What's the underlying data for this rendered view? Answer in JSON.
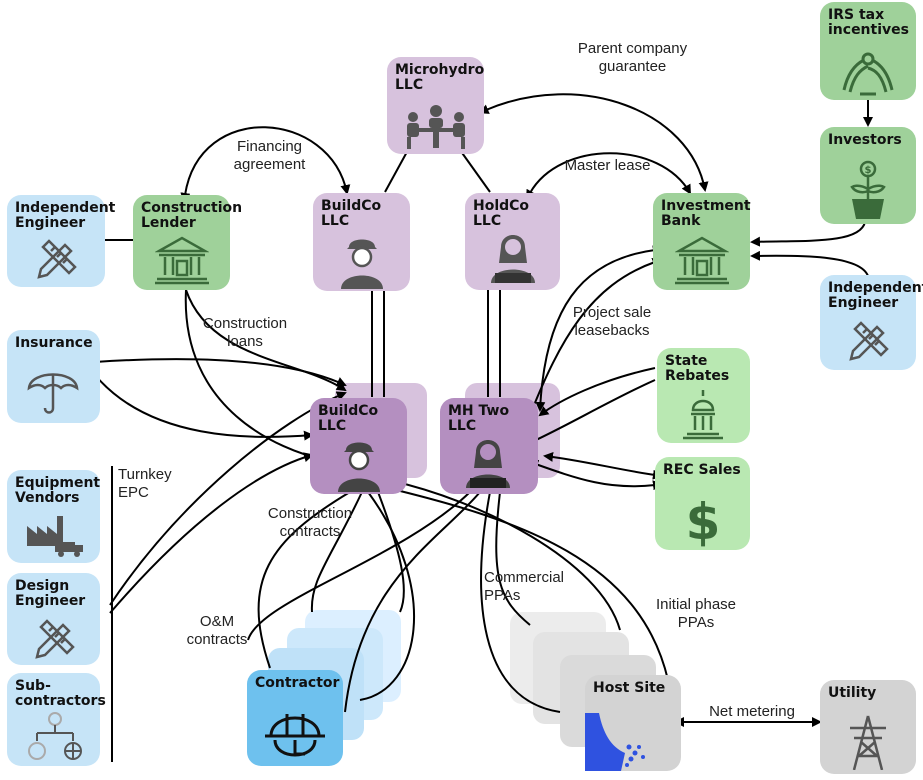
{
  "nodes": {
    "irs": "IRS tax incentives",
    "investors": "Investors",
    "microhydro": "Microhydro LLC",
    "construction_lender": "Construction Lender",
    "independent_engineer_left": "Independent Engineer",
    "buildco_llc_top": "BuildCo LLC",
    "holdco_llc": "HoldCo LLC",
    "investment_bank": "Investment Bank",
    "independent_engineer_right": "Independent Engineer",
    "insurance": "Insurance",
    "state_rebates": "State Rebates",
    "rec_sales": "REC Sales",
    "buildco_llc_main": "BuildCo LLC",
    "mh_two_llc": "MH Two LLC",
    "equipment_vendors": "Equipment Vendors",
    "design_engineer": "Design Engineer",
    "subcontractors": "Sub-contractors",
    "contractor": "Contractor",
    "host_site": "Host Site",
    "utility": "Utility"
  },
  "edge_labels": {
    "parent_guarantee": "Parent company guarantee",
    "financing_agreement": "Financing agreement",
    "master_lease": "Master lease",
    "construction_loans": "Construction loans",
    "project_sale": "Project sale leasebacks",
    "turnkey_epc": "Turnkey EPC",
    "construction_contracts": "Construction contracts",
    "om_contracts": "O&M contracts",
    "commercial_ppas": "Commercial PPAs",
    "initial_ppas": "Initial phase PPAs",
    "net_metering": "Net metering"
  },
  "colors": {
    "blue_box": "#c6e4f7",
    "green_box": "#9fd19a",
    "light_green_box": "#b9e8b2",
    "purple_box": "#d7c2dd",
    "dark_purple_box": "#b48fc0",
    "contractor_blue": "#6ec1ee",
    "gray_box": "#d3d3d3",
    "icon_gray": "#555555",
    "icon_green": "#3a6b3a",
    "waterfall_blue": "#2f52e0"
  },
  "icons": {
    "irs": "irs-eagle-icon",
    "investors": "money-plant-icon",
    "microhydro": "meeting-table-icon",
    "lender": "bank-icon",
    "engineer": "pencil-ruler-icon",
    "buildco": "worker-icon",
    "holdco": "person-laptop-icon",
    "bank": "bank-icon",
    "insurance": "umbrella-icon",
    "state_rebates": "capitol-icon",
    "rec_sales": "dollar-icon",
    "equipment": "factory-truck-icon",
    "subcontractors": "hierarchy-icon",
    "contractor": "hard-hat-icon",
    "host_site": "waterfall-icon",
    "utility": "power-tower-icon"
  }
}
